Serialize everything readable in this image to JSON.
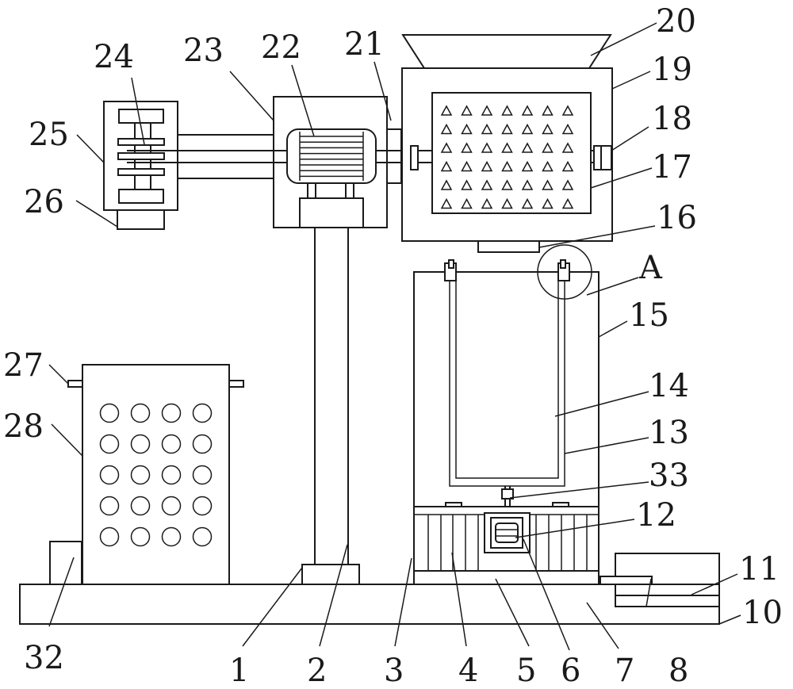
{
  "labels": {
    "l1": "1",
    "l2": "2",
    "l3": "3",
    "l4": "4",
    "l5": "5",
    "l6": "6",
    "l7": "7",
    "l8": "8",
    "l10": "10",
    "l11": "11",
    "l12": "12",
    "l13": "13",
    "l14": "14",
    "l15": "15",
    "l16": "16",
    "l17": "17",
    "l18": "18",
    "l19": "19",
    "l20": "20",
    "l21": "21",
    "l22": "22",
    "l23": "23",
    "l24": "24",
    "l25": "25",
    "l26": "26",
    "l27": "27",
    "l28": "28",
    "l32": "32",
    "l33": "33",
    "lA": "A"
  },
  "colors": {
    "stroke": "#1a1a1a",
    "background": "#ffffff"
  }
}
